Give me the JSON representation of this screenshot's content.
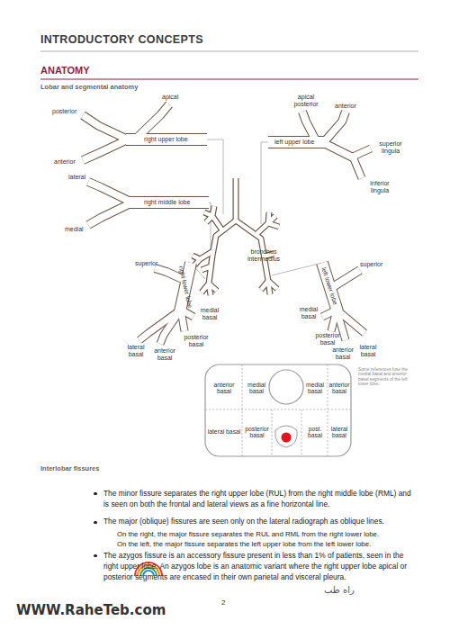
{
  "diagram": {
    "title": "INTRODUCTORY CONCEPTS",
    "nodes": [
      {
        "text": [
          "anterior basal"
        ]
      },
      {
        "text": [
          "medial basal"
        ]
      },
      {
        "text": [
          "medial basal"
        ]
      },
      {
        "text": [
          "anterior basal"
        ]
      },
      {
        "text": [
          "lateral basal"
        ]
      },
      {
        "text": [
          "posterior basal"
        ]
      },
      {
        "text": [
          "post. basal"
        ]
      },
      {
        "text": [
          "lateral basal"
        ]
      }
    ],
    "labels": [
      "ANATOMY",
      "Lobar and segmental anatomy",
      "apical",
      "posterior",
      "anterior",
      "right upper lobe",
      "apical posterior",
      "anterior",
      "left upper lobe",
      "superior lingula",
      "inferior lingula",
      "lateral",
      "right middle lobe",
      "medial",
      "bronchus intermedius",
      "superior",
      "right lower lobe",
      "medial basal",
      "posterior basal",
      "lateral basal",
      "anterior basal",
      "left lower lobe",
      "superior",
      "medial basal",
      "posterior basal",
      "anterior basal",
      "lateral basal",
      "Some references fuse the medial basal and anterior basal segments of the left lower lobe.",
      "Interlobar fissures",
      "The minor fissure separates the right upper lobe (RUL) from the right middle lobe (RML) and is seen on both the frontal and lateral views as a fine horizontal line.",
      "The major (oblique) fissures are seen only on the lateral radiograph as oblique lines.",
      "On the right, the major fissure separates the RUL and RML from the right lower lobe.",
      "On the left, the major fissure separates the left upper lobe from the left lower lobe.",
      "The azygos fissure is an accessory fissure present in less than 1% of patients, seen in the right upper lobe. An azygos lobe is an anatomic variant where the right upper lobe apical or posterior segments are encased in their own parietal and visceral pleura.",
      "2",
      "WWW.RaheTeb.com",
      "راه طب"
    ]
  }
}
